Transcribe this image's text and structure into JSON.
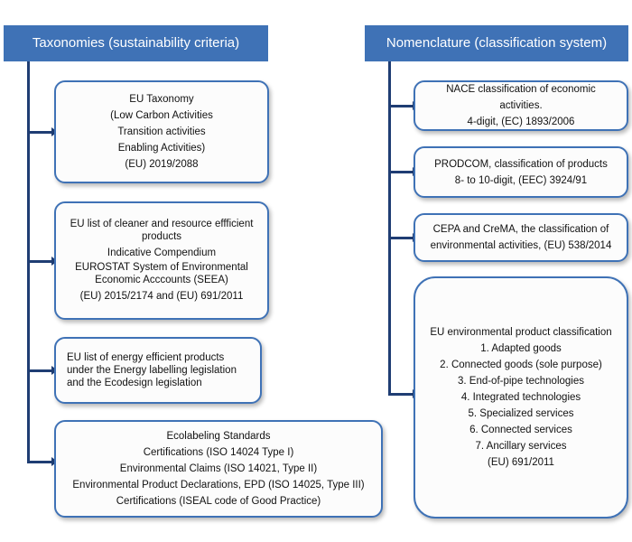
{
  "left_column": {
    "title": "Taxonomies (sustainability criteria)",
    "eu_taxonomy": [
      "EU Taxonomy",
      "(Low Carbon Activities",
      "Transition activities",
      "Enabling Activities)",
      "(EU) 2019/2088"
    ],
    "cleaner_products": {
      "title": "EU list of cleaner and resource effficient products",
      "compendium": "Indicative Compendium",
      "seea": "EUROSTAT System of Environmental Economic Acccounts (SEEA)",
      "regulation": "(EU) 2015/2174 and (EU)  691/2011"
    },
    "energy_products": "EU list of energy efficient products under the Energy labelling legislation and the Ecodesign legislation",
    "ecolabeling": [
      "Ecolabeling Standards",
      "Certifications (ISO 14024 Type I)",
      "Environmental Claims (ISO 14021, Type II)",
      "Environmental Product Declarations, EPD (ISO 14025, Type III)",
      "Certifications (ISEAL code of Good Practice)"
    ]
  },
  "right_column": {
    "title": "Nomenclature (classification system)",
    "nace": [
      "NACE classification of economic activities.",
      "4-digit, (EC) 1893/2006"
    ],
    "prodcom": [
      "PRODCOM, classification of products",
      "8- to 10-digit, (EEC) 3924/91"
    ],
    "cepa": "CEPA and CreMA, the classification of environmental activities,  (EU) 538/2014",
    "eu_env_classification": [
      "EU environmental product classification",
      "1. Adapted goods",
      "2. Connected goods (sole purpose)",
      "3. End-of-pipe technologies",
      "4. Integrated technologies",
      "5. Specialized services",
      "6. Connected services",
      "7. Ancillary services",
      "(EU) 691/2011"
    ]
  }
}
